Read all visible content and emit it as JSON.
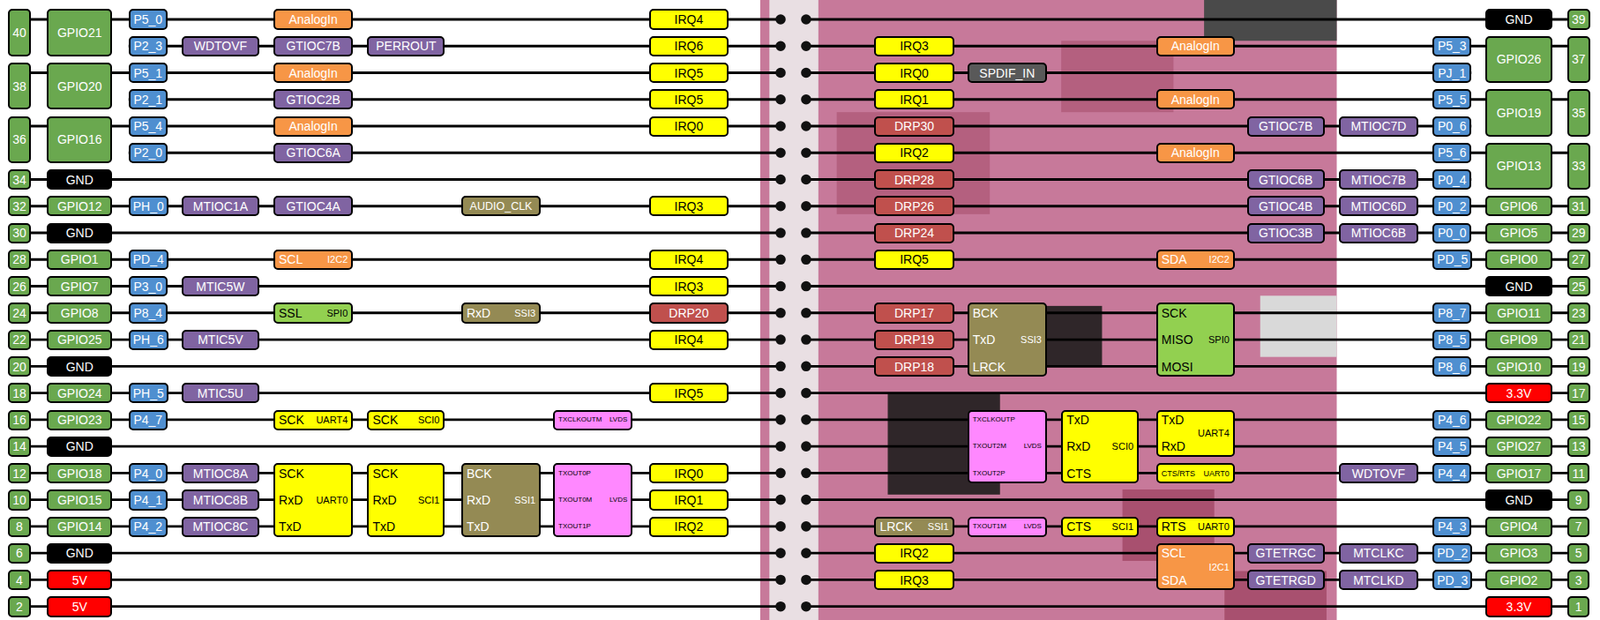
{
  "diagram": {
    "nodes": [
      {
        "text": [
          "40"
        ]
      },
      {
        "text": [
          "GPIO21"
        ]
      },
      {
        "text": [
          "P5_0"
        ]
      },
      {
        "text": [
          "AnalogIn"
        ]
      },
      {
        "text": [
          "IRQ4"
        ]
      },
      {
        "text": [
          "GND"
        ]
      },
      {
        "text": [
          "39"
        ]
      },
      {
        "text": [
          "P2_3"
        ]
      },
      {
        "text": [
          "WDTOVF"
        ]
      },
      {
        "text": [
          "GTIOC7B"
        ]
      },
      {
        "text": [
          "PERROUT"
        ]
      },
      {
        "text": [
          "IRQ6"
        ]
      },
      {
        "text": [
          "IRQ3"
        ]
      },
      {
        "text": [
          "AnalogIn"
        ]
      },
      {
        "text": [
          "P5_3"
        ]
      },
      {
        "text": [
          "GPIO26"
        ]
      },
      {
        "text": [
          "37"
        ]
      },
      {
        "text": [
          "38"
        ]
      },
      {
        "text": [
          "GPIO20"
        ]
      },
      {
        "text": [
          "P5_1"
        ]
      },
      {
        "text": [
          "AnalogIn"
        ]
      },
      {
        "text": [
          "IRQ5"
        ]
      },
      {
        "text": [
          "IRQ0"
        ]
      },
      {
        "text": [
          "SPDIF_IN"
        ]
      },
      {
        "text": [
          "PJ_1"
        ]
      },
      {
        "text": [
          "P2_1"
        ]
      },
      {
        "text": [
          "GTIOC2B"
        ]
      },
      {
        "text": [
          "IRQ5"
        ]
      },
      {
        "text": [
          "IRQ1"
        ]
      },
      {
        "text": [
          "AnalogIn"
        ]
      },
      {
        "text": [
          "P5_5"
        ]
      },
      {
        "text": [
          "GPIO19"
        ]
      },
      {
        "text": [
          "35"
        ]
      },
      {
        "text": [
          "36"
        ]
      },
      {
        "text": [
          "GPIO16"
        ]
      },
      {
        "text": [
          "P5_4"
        ]
      },
      {
        "text": [
          "AnalogIn"
        ]
      },
      {
        "text": [
          "IRQ0"
        ]
      },
      {
        "text": [
          "DRP30"
        ]
      },
      {
        "text": [
          "GTIOC7B"
        ]
      },
      {
        "text": [
          "MTIOC7D"
        ]
      },
      {
        "text": [
          "P0_6"
        ]
      },
      {
        "text": [
          "P2_0"
        ]
      },
      {
        "text": [
          "GTIOC6A"
        ]
      },
      {
        "text": [
          "IRQ2"
        ]
      },
      {
        "text": [
          "AnalogIn"
        ]
      },
      {
        "text": [
          "P5_6"
        ]
      },
      {
        "text": [
          "GPIO13"
        ]
      },
      {
        "text": [
          "33"
        ]
      },
      {
        "text": [
          "34"
        ]
      },
      {
        "text": [
          "GND"
        ]
      },
      {
        "text": [
          "DRP28"
        ]
      },
      {
        "text": [
          "GTIOC6B"
        ]
      },
      {
        "text": [
          "MTIOC7B"
        ]
      },
      {
        "text": [
          "P0_4"
        ]
      },
      {
        "text": [
          "32"
        ]
      },
      {
        "text": [
          "GPIO12"
        ]
      },
      {
        "text": [
          "PH_0"
        ]
      },
      {
        "text": [
          "MTIOC1A"
        ]
      },
      {
        "text": [
          "GTIOC4A"
        ]
      },
      {
        "text": [
          "AUDIO_CLK"
        ]
      },
      {
        "text": [
          "IRQ3"
        ]
      },
      {
        "text": [
          "DRP26"
        ]
      },
      {
        "text": [
          "GTIOC4B"
        ]
      },
      {
        "text": [
          "MTIOC6D"
        ]
      },
      {
        "text": [
          "P0_2"
        ]
      },
      {
        "text": [
          "GPIO6"
        ]
      },
      {
        "text": [
          "31"
        ]
      },
      {
        "text": [
          "30"
        ]
      },
      {
        "text": [
          "GND"
        ]
      },
      {
        "text": [
          "DRP24"
        ]
      },
      {
        "text": [
          "GTIOC3B"
        ]
      },
      {
        "text": [
          "MTIOC6B"
        ]
      },
      {
        "text": [
          "P0_0"
        ]
      },
      {
        "text": [
          "GPIO5"
        ]
      },
      {
        "text": [
          "29"
        ]
      },
      {
        "text": [
          "28"
        ]
      },
      {
        "text": [
          "GPIO1"
        ]
      },
      {
        "text": [
          "PD_4"
        ]
      },
      {
        "text": [
          "SCL",
          "I2C2"
        ]
      },
      {
        "text": [
          "IRQ4"
        ]
      },
      {
        "text": [
          "IRQ5"
        ]
      },
      {
        "text": [
          "SDA",
          "I2C2"
        ]
      },
      {
        "text": [
          "PD_5"
        ]
      },
      {
        "text": [
          "GPIO0"
        ]
      },
      {
        "text": [
          "27"
        ]
      },
      {
        "text": [
          "26"
        ]
      },
      {
        "text": [
          "GPIO7"
        ]
      },
      {
        "text": [
          "P3_0"
        ]
      },
      {
        "text": [
          "MTIC5W"
        ]
      },
      {
        "text": [
          "IRQ3"
        ]
      },
      {
        "text": [
          "GND"
        ]
      },
      {
        "text": [
          "25"
        ]
      },
      {
        "text": [
          "24"
        ]
      },
      {
        "text": [
          "GPIO8"
        ]
      },
      {
        "text": [
          "P8_4"
        ]
      },
      {
        "text": [
          "SSL",
          "SPI0"
        ]
      },
      {
        "text": [
          "RxD",
          "SSI3"
        ]
      },
      {
        "text": [
          "DRP20"
        ]
      },
      {
        "text": [
          "DRP17"
        ]
      },
      {
        "text": [
          "BCK",
          "TxD",
          "LRCK",
          "SSI3"
        ]
      },
      {
        "text": [
          "SCK",
          "MISO",
          "MOSI",
          "SPI0"
        ]
      },
      {
        "text": [
          "P8_7"
        ]
      },
      {
        "text": [
          "GPIO11"
        ]
      },
      {
        "text": [
          "23"
        ]
      },
      {
        "text": [
          "22"
        ]
      },
      {
        "text": [
          "GPIO25"
        ]
      },
      {
        "text": [
          "PH_6"
        ]
      },
      {
        "text": [
          "MTIC5V"
        ]
      },
      {
        "text": [
          "IRQ4"
        ]
      },
      {
        "text": [
          "DRP19"
        ]
      },
      {
        "text": [
          "P8_5"
        ]
      },
      {
        "text": [
          "GPIO9"
        ]
      },
      {
        "text": [
          "21"
        ]
      },
      {
        "text": [
          "20"
        ]
      },
      {
        "text": [
          "GND"
        ]
      },
      {
        "text": [
          "DRP18"
        ]
      },
      {
        "text": [
          "P8_6"
        ]
      },
      {
        "text": [
          "GPIO10"
        ]
      },
      {
        "text": [
          "19"
        ]
      },
      {
        "text": [
          "18"
        ]
      },
      {
        "text": [
          "GPIO24"
        ]
      },
      {
        "text": [
          "PH_5"
        ]
      },
      {
        "text": [
          "MTIC5U"
        ]
      },
      {
        "text": [
          "IRQ5"
        ]
      },
      {
        "text": [
          "3.3V"
        ]
      },
      {
        "text": [
          "17"
        ]
      },
      {
        "text": [
          "16"
        ]
      },
      {
        "text": [
          "GPIO23"
        ]
      },
      {
        "text": [
          "P4_7"
        ]
      },
      {
        "text": [
          "SCK",
          "UART4"
        ]
      },
      {
        "text": [
          "SCK",
          "SCI0"
        ]
      },
      {
        "text": [
          "TXCLKOUTM",
          "LVDS"
        ]
      },
      {
        "text": [
          "TXCLKOUTP",
          "TXOUT2M",
          "TXOUT2P",
          "LVDS"
        ]
      },
      {
        "text": [
          "TxD",
          "RxD",
          "CTS",
          "SCI0"
        ]
      },
      {
        "text": [
          "TxD",
          "RxD",
          "UART4"
        ]
      },
      {
        "text": [
          "P4_6"
        ]
      },
      {
        "text": [
          "GPIO22"
        ]
      },
      {
        "text": [
          "15"
        ]
      },
      {
        "text": [
          "14"
        ]
      },
      {
        "text": [
          "GND"
        ]
      },
      {
        "text": [
          "P4_5"
        ]
      },
      {
        "text": [
          "GPIO27"
        ]
      },
      {
        "text": [
          "13"
        ]
      },
      {
        "text": [
          "12"
        ]
      },
      {
        "text": [
          "GPIO18"
        ]
      },
      {
        "text": [
          "P4_0"
        ]
      },
      {
        "text": [
          "MTIOC8A"
        ]
      },
      {
        "text": [
          "SCK",
          "RxD",
          "TxD",
          "UART0"
        ]
      },
      {
        "text": [
          "SCK",
          "RxD",
          "TxD",
          "SCI1"
        ]
      },
      {
        "text": [
          "BCK",
          "RxD",
          "TxD",
          "SSI1"
        ]
      },
      {
        "text": [
          "TXOUT0P",
          "TXOUT0M",
          "TXOUT1P",
          "LVDS"
        ]
      },
      {
        "text": [
          "IRQ0"
        ]
      },
      {
        "text": [
          "CTS/RTS",
          "UART0"
        ]
      },
      {
        "text": [
          "WDTOVF"
        ]
      },
      {
        "text": [
          "P4_4"
        ]
      },
      {
        "text": [
          "GPIO17"
        ]
      },
      {
        "text": [
          "11"
        ]
      },
      {
        "text": [
          "10"
        ]
      },
      {
        "text": [
          "GPIO15"
        ]
      },
      {
        "text": [
          "P4_1"
        ]
      },
      {
        "text": [
          "MTIOC8B"
        ]
      },
      {
        "text": [
          "IRQ1"
        ]
      },
      {
        "text": [
          "GND"
        ]
      },
      {
        "text": [
          "9"
        ]
      },
      {
        "text": [
          "8"
        ]
      },
      {
        "text": [
          "GPIO14"
        ]
      },
      {
        "text": [
          "P4_2"
        ]
      },
      {
        "text": [
          "MTIOC8C"
        ]
      },
      {
        "text": [
          "IRQ2"
        ]
      },
      {
        "text": [
          "LRCK",
          "SSI1"
        ]
      },
      {
        "text": [
          "TXOUT1M",
          "LVDS"
        ]
      },
      {
        "text": [
          "CTS",
          "SCI1"
        ]
      },
      {
        "text": [
          "RTS",
          "UART0"
        ]
      },
      {
        "text": [
          "P4_3"
        ]
      },
      {
        "text": [
          "GPIO4"
        ]
      },
      {
        "text": [
          "7"
        ]
      },
      {
        "text": [
          "6"
        ]
      },
      {
        "text": [
          "GND"
        ]
      },
      {
        "text": [
          "IRQ2"
        ]
      },
      {
        "text": [
          "SCL",
          "SDA",
          "I2C1"
        ]
      },
      {
        "text": [
          "GTETRGC"
        ]
      },
      {
        "text": [
          "MTCLKC"
        ]
      },
      {
        "text": [
          "PD_2"
        ]
      },
      {
        "text": [
          "GPIO3"
        ]
      },
      {
        "text": [
          "5"
        ]
      },
      {
        "text": [
          "4"
        ]
      },
      {
        "text": [
          "5V"
        ]
      },
      {
        "text": [
          "IRQ3"
        ]
      },
      {
        "text": [
          "GTETRGD"
        ]
      },
      {
        "text": [
          "MTCLKD"
        ]
      },
      {
        "text": [
          "PD_3"
        ]
      },
      {
        "text": [
          "GPIO2"
        ]
      },
      {
        "text": [
          "3"
        ]
      },
      {
        "text": [
          "2"
        ]
      },
      {
        "text": [
          "5V"
        ]
      },
      {
        "text": [
          "3.3V"
        ]
      },
      {
        "text": [
          "1"
        ]
      }
    ]
  }
}
